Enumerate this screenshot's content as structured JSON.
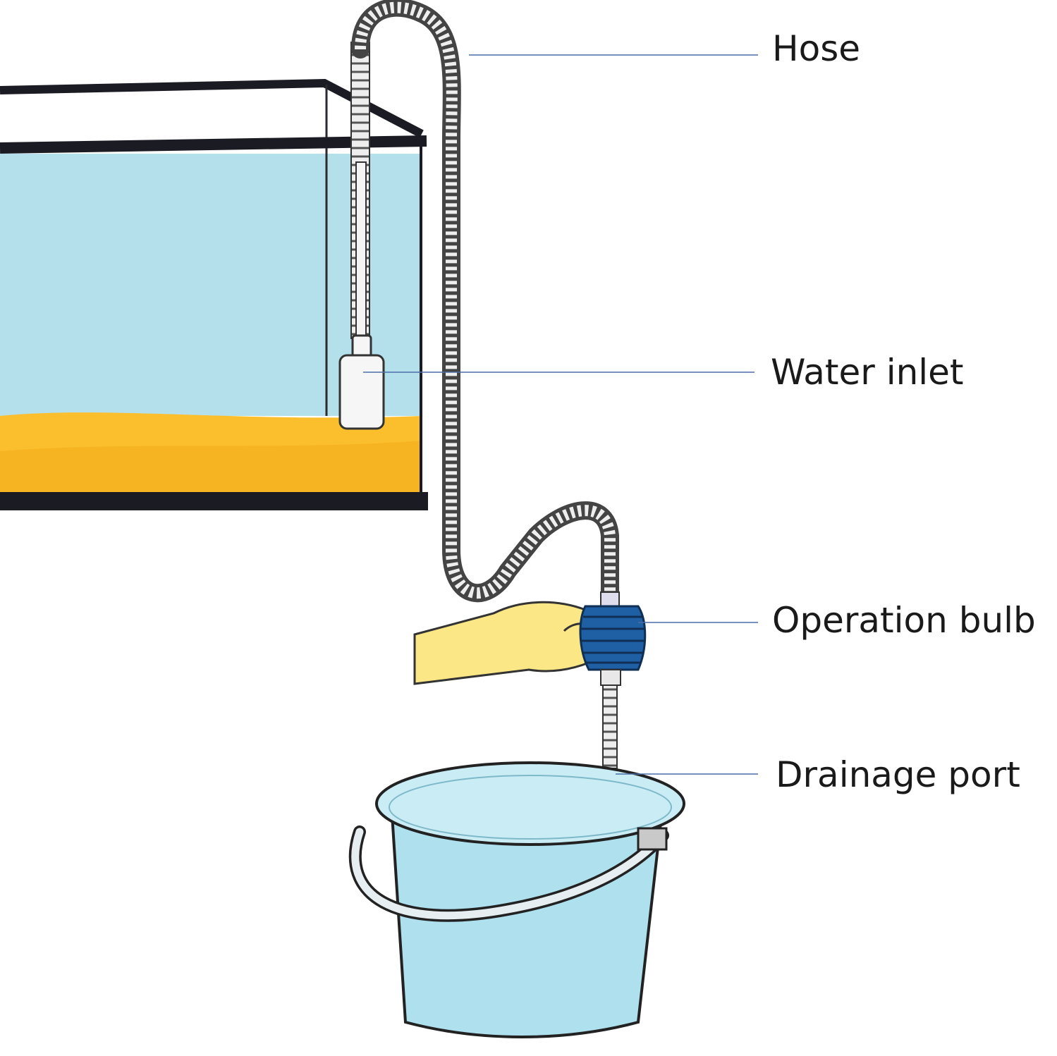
{
  "labels": {
    "hose": "Hose",
    "water_inlet": "Water inlet",
    "operation_bulb": "Operation bulb",
    "drainage_port": "Drainage port"
  },
  "colors": {
    "water": "#b4e0ec",
    "gravel": "#fbbf2e",
    "gravel_shade": "#f3a915",
    "tank_frame": "#1b1b24",
    "bucket_water": "#aee0ee",
    "bulb": "#1f5fa3",
    "glove": "#fbe785",
    "leader_line": "#4a6fa8"
  }
}
